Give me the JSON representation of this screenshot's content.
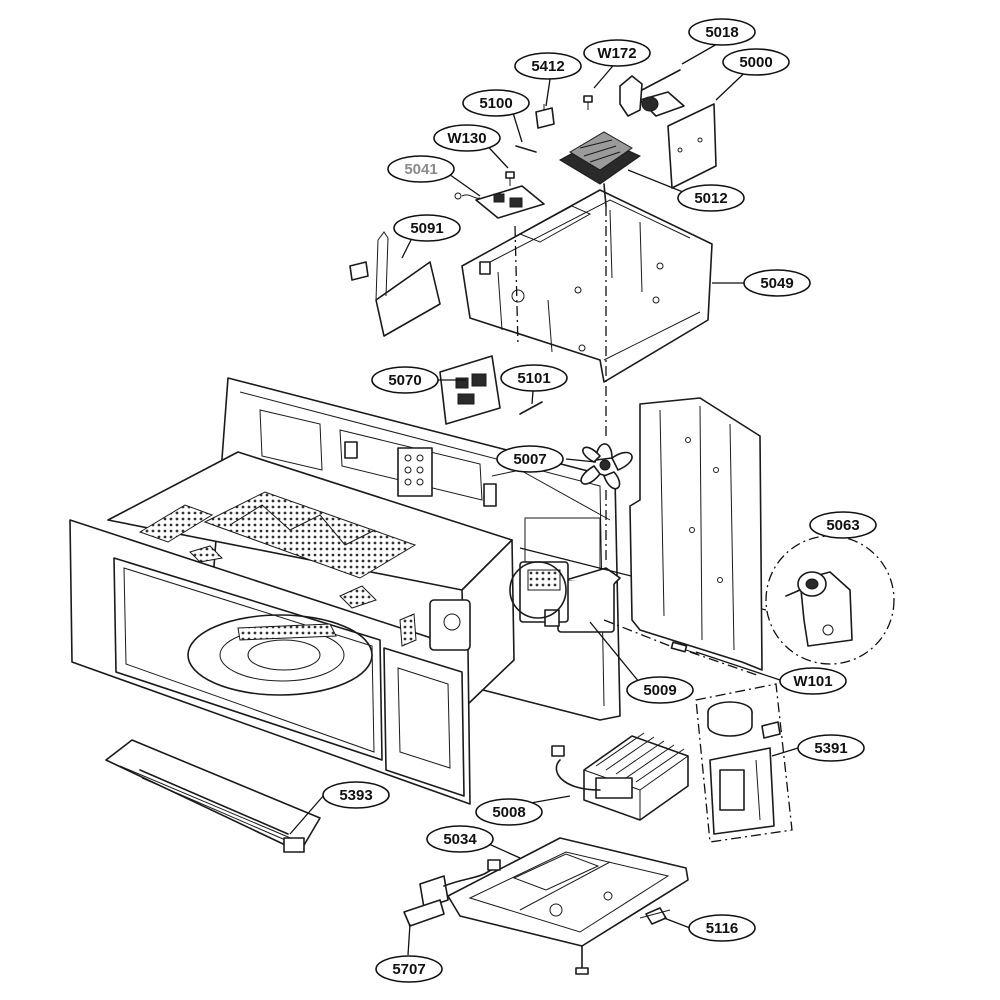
{
  "part_labels": [
    {
      "id": "5018",
      "muted": false
    },
    {
      "id": "W172",
      "muted": false
    },
    {
      "id": "5000",
      "muted": false
    },
    {
      "id": "5412",
      "muted": false
    },
    {
      "id": "5100",
      "muted": false
    },
    {
      "id": "W130",
      "muted": false
    },
    {
      "id": "5041",
      "muted": true
    },
    {
      "id": "5012",
      "muted": false
    },
    {
      "id": "5091",
      "muted": false
    },
    {
      "id": "5049",
      "muted": false
    },
    {
      "id": "5070",
      "muted": false
    },
    {
      "id": "5101",
      "muted": false
    },
    {
      "id": "5007",
      "muted": false
    },
    {
      "id": "5063",
      "muted": false
    },
    {
      "id": "5009",
      "muted": false
    },
    {
      "id": "W101",
      "muted": false
    },
    {
      "id": "5391",
      "muted": false
    },
    {
      "id": "5393",
      "muted": false
    },
    {
      "id": "5008",
      "muted": false
    },
    {
      "id": "5034",
      "muted": false
    },
    {
      "id": "5116",
      "muted": false
    },
    {
      "id": "5707",
      "muted": false
    }
  ],
  "colors": {
    "line": "#1a1a1a",
    "muted_label": "#8a8a8a",
    "background": "#ffffff"
  }
}
